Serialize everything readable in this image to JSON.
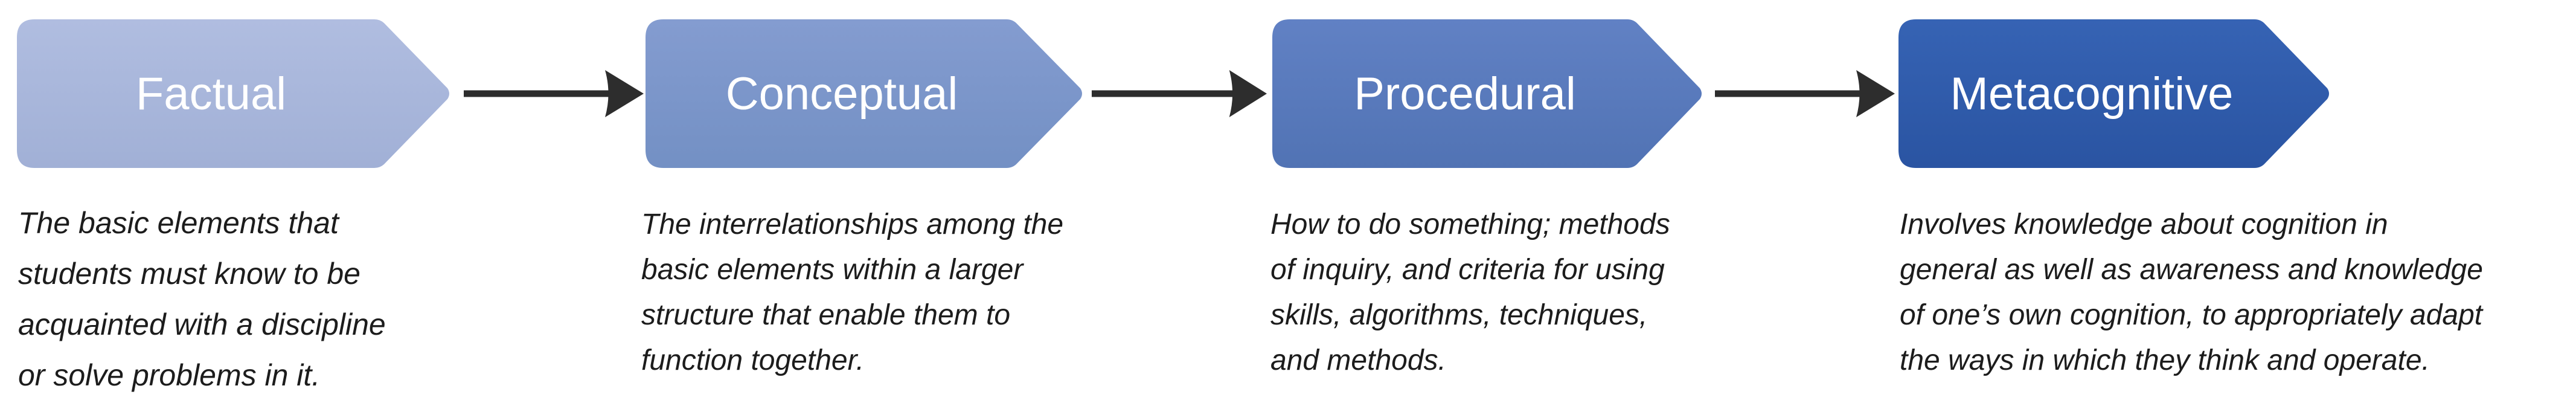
{
  "diagram": {
    "background": "#ffffff",
    "title_color": "#ffffff",
    "description_color": "#1c1c1c",
    "connector_color": "#2d2d2d"
  },
  "stages": [
    {
      "label": "Factual",
      "fill_top": "#b0bde0",
      "fill_bottom": "#a1b0d6",
      "fill_base": "#a8b7db",
      "description": "The basic elements that\nstudents must know to be\nacquainted with a discipline\nor solve problems in it."
    },
    {
      "label": "Conceptual",
      "fill_top": "#849cd0",
      "fill_bottom": "#7390c4",
      "fill_base": "#7c96ca",
      "description": "The interrelationships among the\nbasic elements within a larger\nstructure that enable them to\nfunction together."
    },
    {
      "label": "Procedural",
      "fill_top": "#6181c4",
      "fill_bottom": "#5173b4",
      "fill_base": "#597abc",
      "description": "How to do something; methods\nof inquiry, and criteria for using\nskills, algorithms, techniques,\nand methods."
    },
    {
      "label": "Metacognitive",
      "fill_top": "#3663b4",
      "fill_bottom": "#2a54a2",
      "fill_base": "#305bab",
      "description": "Involves knowledge about cognition in\ngeneral as well as awareness and knowledge\nof one’s own cognition, to appropriately adapt\nthe ways in which they think and operate."
    }
  ]
}
